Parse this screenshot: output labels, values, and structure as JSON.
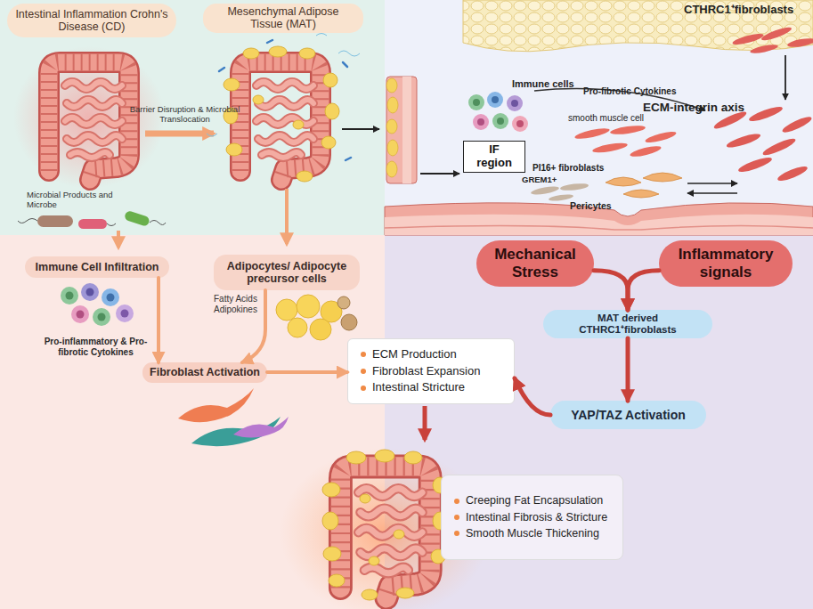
{
  "diagram": {
    "nodes": [
      {
        "text": [
          "Intestinal Inflammation Crohn's Disease (CD)"
        ]
      },
      {
        "text": [
          "Mesenchymal Adipose Tissue (MAT)"
        ]
      },
      {
        "text": [
          "IF region"
        ]
      },
      {
        "text": [
          "Immune Cell Infiltration"
        ]
      },
      {
        "text": [
          "Adipocytes/ Adipocyte precursor cells"
        ]
      },
      {
        "text": [
          "Mechanical Stress"
        ]
      },
      {
        "text": [
          "Inflammatory signals"
        ]
      },
      {
        "text": [
          "MAT derived CTHRC1⁺fibroblasts"
        ]
      },
      {
        "text": [
          "Fibroblast Activation"
        ]
      },
      {
        "text": [
          "ECM Production",
          "Fibroblast Expansion",
          "Intestinal Stricture"
        ]
      },
      {
        "text": [
          "YAP/TAZ Activation"
        ]
      },
      {
        "text": [
          "Creeping Fat Encapsulation",
          "Intestinal Fibrosis & Stricture",
          "Smooth Muscle Thickening"
        ]
      }
    ],
    "edges": [
      {
        "from": 3,
        "to": 8,
        "arrow": "to"
      },
      {
        "from": 4,
        "to": 8,
        "arrow": "to"
      },
      {
        "from": 8,
        "to": 9,
        "arrow": "to"
      },
      {
        "from": 5,
        "to": 7,
        "arrow": "to"
      },
      {
        "from": 6,
        "to": 7,
        "arrow": "to"
      },
      {
        "from": 7,
        "to": 10,
        "arrow": "to"
      },
      {
        "from": 10,
        "to": 9,
        "arrow": "to"
      }
    ],
    "labels": [
      "Barrier Disruption & Microbial Translocation",
      "Microbial Products and Microbe",
      "CTHRC1⁺fibroblasts",
      "Immune cells",
      "Pro-fibrotic Cytokines",
      "smooth muscle cell",
      "ECM-integrin axis",
      "PI16+ fibroblasts",
      "GREM1+",
      "Pericytes",
      "Pro-inflammatory & Pro-fibrotic Cytokines",
      "Fatty Acids Adipokines"
    ]
  }
}
